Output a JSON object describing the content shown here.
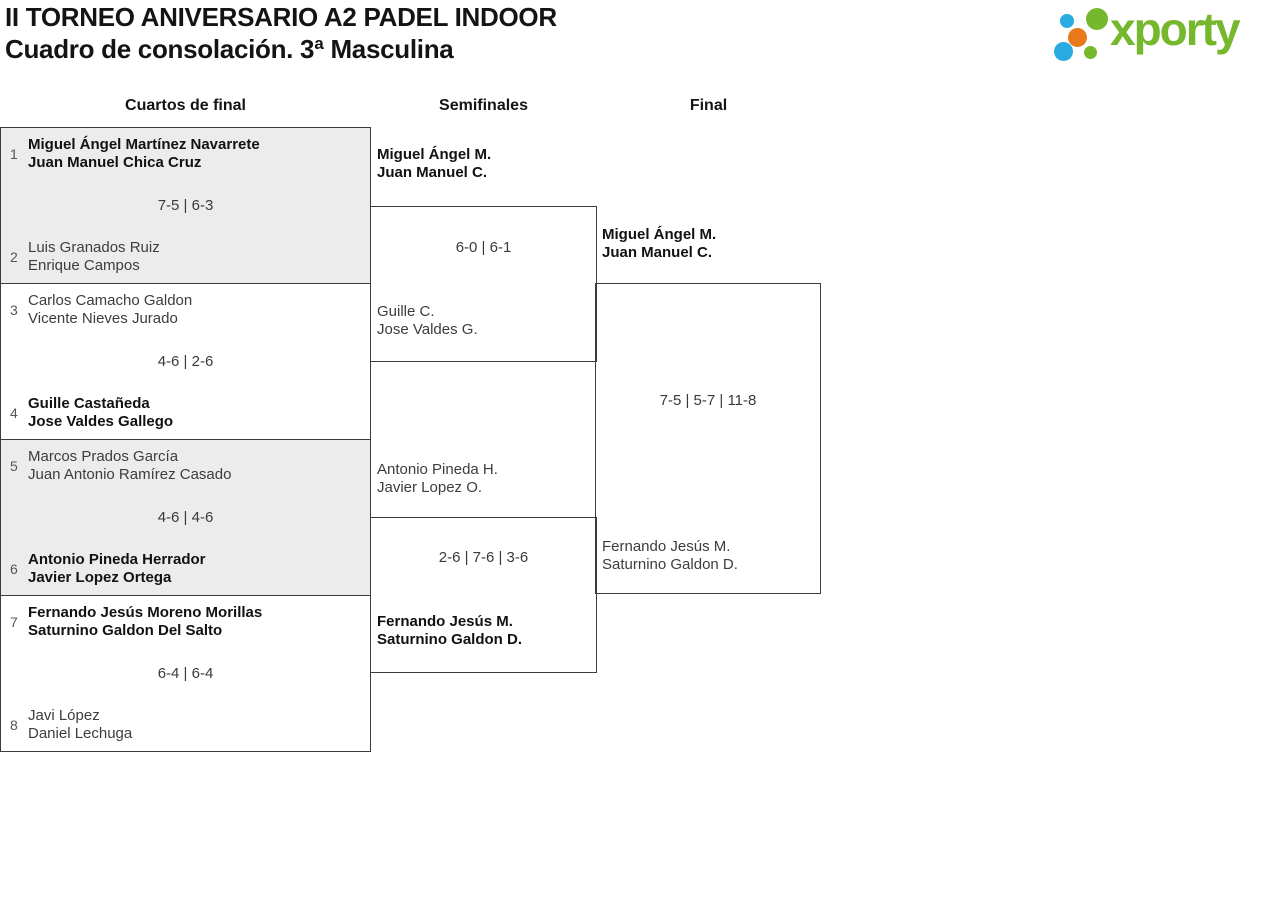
{
  "header": {
    "title_line1": "II TORNEO ANIVERSARIO A2 PADEL INDOOR",
    "title_line2": "Cuadro de consolación. 3ª Masculina"
  },
  "logo": {
    "text": "xporty",
    "brand_green": "#76b82d",
    "brand_blue": "#29abe2",
    "brand_orange": "#e87a1a"
  },
  "round_headers": {
    "quarterfinals": "Cuartos de final",
    "semifinals": "Semifinales",
    "final": "Final"
  },
  "bracket": {
    "quarterfinals": [
      {
        "seed_top": "1",
        "team_top": [
          "Miguel Ángel Martínez Navarrete",
          "Juan Manuel Chica Cruz"
        ],
        "score": "7-5 | 6-3",
        "seed_bottom": "2",
        "team_bottom": [
          "Luis Granados Ruiz",
          "Enrique Campos"
        ],
        "winner": "top"
      },
      {
        "seed_top": "3",
        "team_top": [
          "Carlos Camacho Galdon",
          "Vicente Nieves Jurado"
        ],
        "score": "4-6 | 2-6",
        "seed_bottom": "4",
        "team_bottom": [
          "Guille Castañeda",
          "Jose Valdes Gallego"
        ],
        "winner": "bottom"
      },
      {
        "seed_top": "5",
        "team_top": [
          "Marcos Prados García",
          "Juan Antonio Ramírez Casado"
        ],
        "score": "4-6 | 4-6",
        "seed_bottom": "6",
        "team_bottom": [
          "Antonio Pineda Herrador",
          "Javier Lopez Ortega"
        ],
        "winner": "bottom"
      },
      {
        "seed_top": "7",
        "team_top": [
          "Fernando Jesús Moreno Morillas",
          "Saturnino Galdon Del Salto"
        ],
        "score": "6-4 | 6-4",
        "seed_bottom": "8",
        "team_bottom": [
          "Javi López",
          "Daniel Lechuga"
        ],
        "winner": "top"
      }
    ],
    "semifinals": [
      {
        "team_top": [
          "Miguel Ángel M.",
          "Juan Manuel C."
        ],
        "score": "6-0 | 6-1",
        "team_bottom": [
          "Guille C.",
          "Jose Valdes G."
        ],
        "winner": "top"
      },
      {
        "team_top": [
          "Antonio Pineda H.",
          "Javier Lopez O."
        ],
        "score": "2-6 | 7-6 | 3-6",
        "team_bottom": [
          "Fernando Jesús M.",
          "Saturnino Galdon D."
        ],
        "winner": "bottom"
      }
    ],
    "final": {
      "team_top": [
        "Miguel Ángel M.",
        "Juan Manuel C."
      ],
      "score": "7-5 | 5-7 | 11-8",
      "team_bottom": [
        "Fernando Jesús M.",
        "Saturnino Galdon D."
      ],
      "winner": "top"
    }
  }
}
